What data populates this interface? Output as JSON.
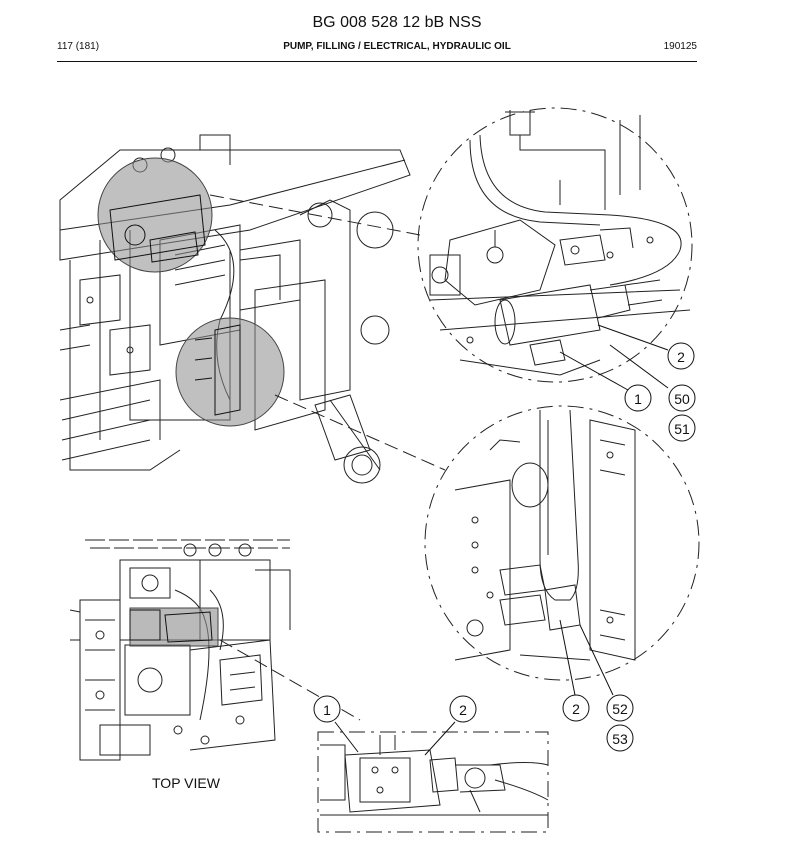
{
  "header": {
    "title": "BG 008 528 12 bB NSS",
    "page_ref": "117 (181)",
    "section": "PUMP, FILLING / ELECTRICAL, HYDRAULIC OIL",
    "date_code": "190125"
  },
  "drawing": {
    "view_label": "TOP VIEW",
    "callouts": [
      "2",
      "1",
      "50",
      "51",
      "2",
      "52",
      "53",
      "1",
      "2"
    ]
  }
}
